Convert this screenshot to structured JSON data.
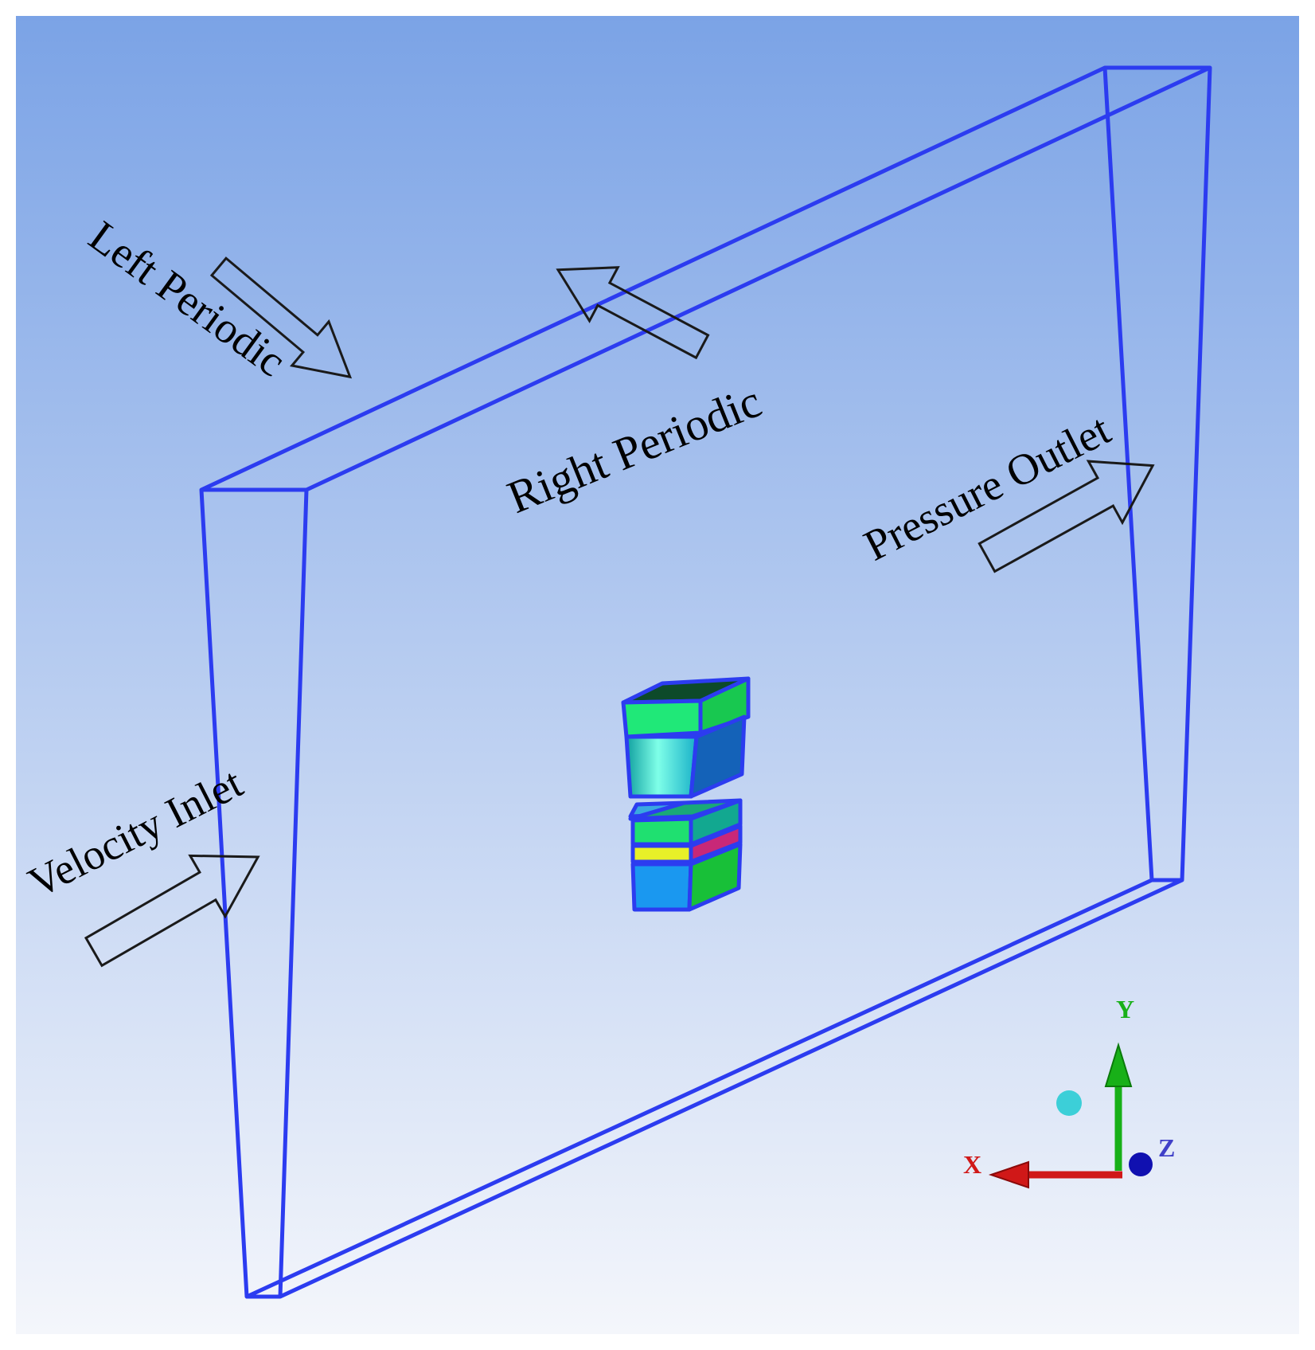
{
  "boundaries": {
    "left_periodic": "Left Periodic",
    "right_periodic": "Right Periodic",
    "pressure_outlet": "Pressure Outlet",
    "velocity_inlet": "Velocity Inlet"
  },
  "triad": {
    "x_label": "X",
    "y_label": "Y",
    "z_label": "Z",
    "x_color": "#d01818",
    "y_color": "#18b018",
    "z_color": "#1010b0"
  },
  "colors": {
    "background_top": "#7ba3e6",
    "background_bottom": "#f4f6fb",
    "domain_edge": "#2c3cf0"
  }
}
